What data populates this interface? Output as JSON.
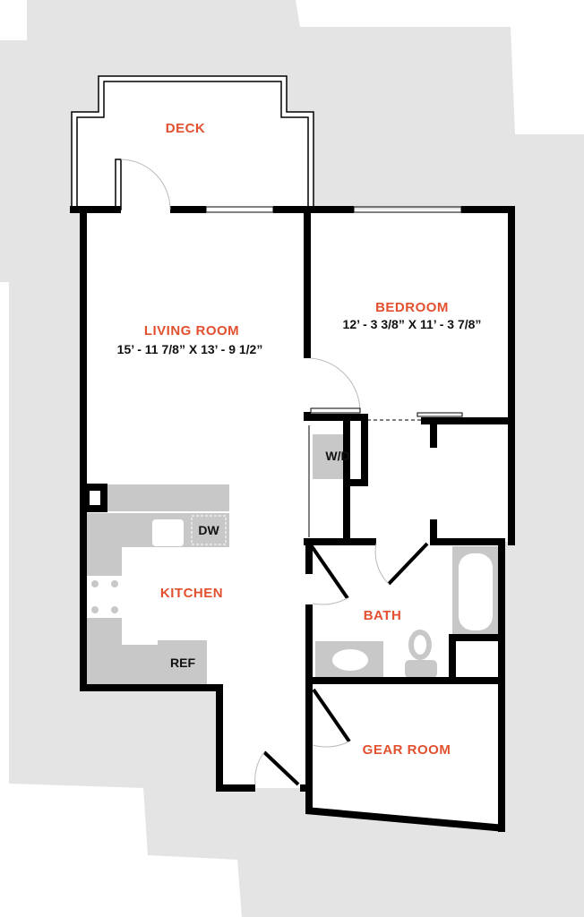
{
  "colors": {
    "label": "#e2502f",
    "wall": "#000000",
    "fixture": "#c8c8c8",
    "surround": "#e4e4e4"
  },
  "rooms": {
    "deck": {
      "label": "DECK"
    },
    "living_room": {
      "label": "LIVING ROOM",
      "dimensions": "15’ - 11 7/8” X 13’ - 9 1/2”"
    },
    "bedroom": {
      "label": "BEDROOM",
      "dimensions": "12’ - 3 3/8” X 11’ - 3 7/8”"
    },
    "kitchen": {
      "label": "KITCHEN"
    },
    "bath": {
      "label": "BATH"
    },
    "gear_room": {
      "label": "GEAR ROOM"
    }
  },
  "fixtures": {
    "washer_dryer": "W/D",
    "dishwasher": "DW",
    "refrigerator": "REF"
  }
}
